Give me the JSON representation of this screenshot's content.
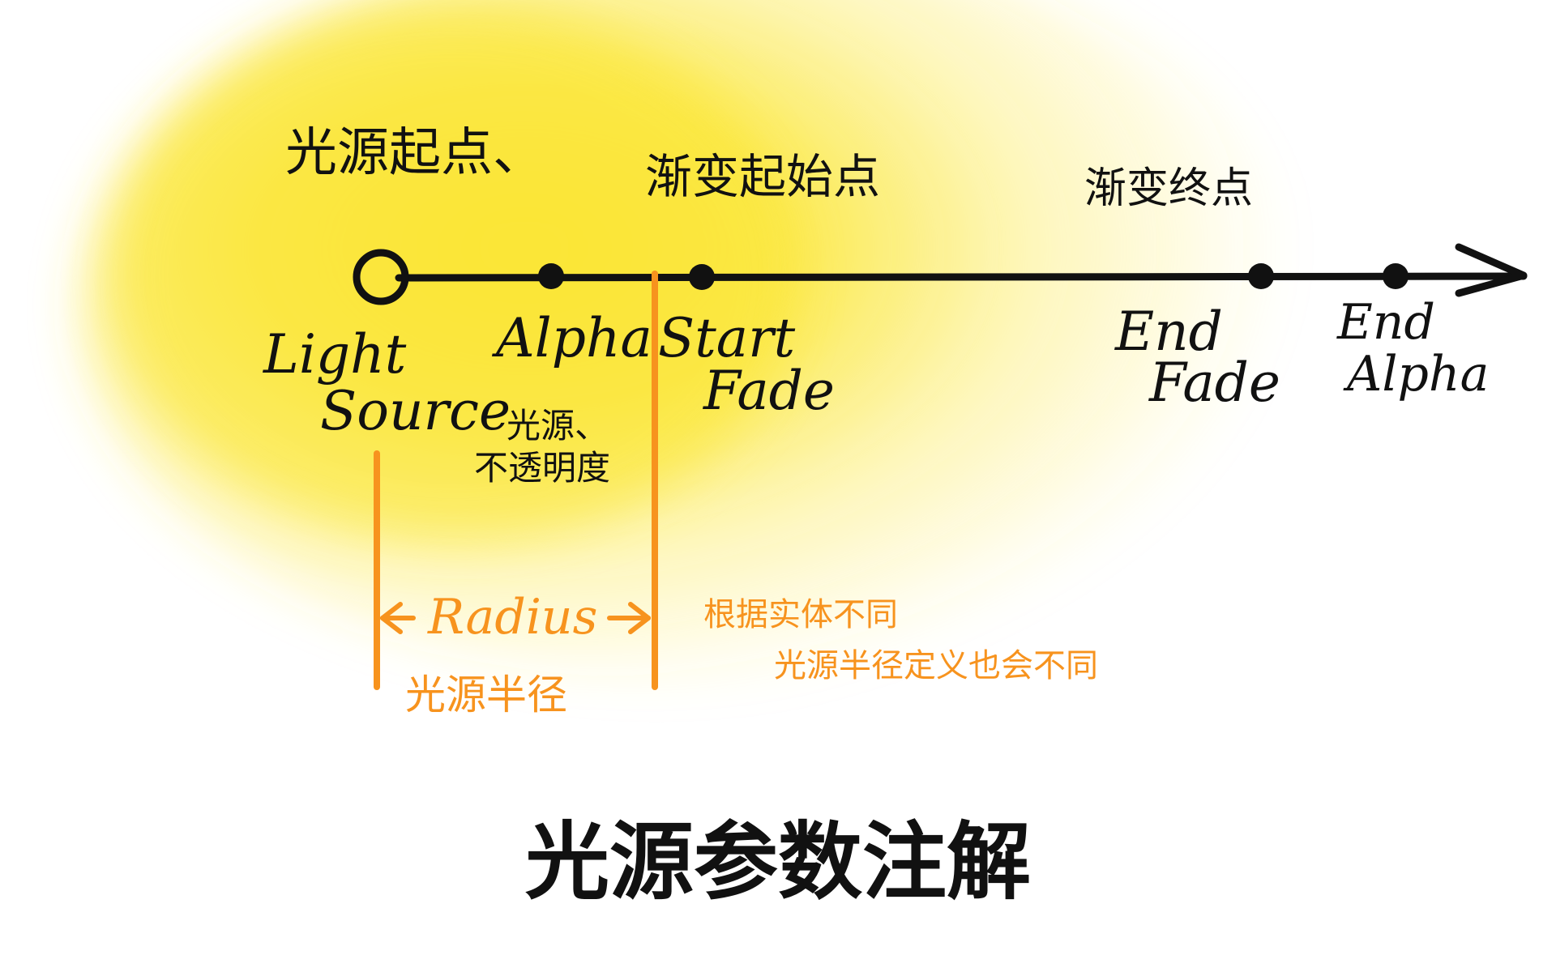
{
  "colors": {
    "glow": "#fbe634",
    "axis": "#111111",
    "accent": "#f7931e",
    "background": "#ffffff"
  },
  "labels": {
    "light_source_start": "光源起点、",
    "fade_start": "渐变起始点",
    "fade_end": "渐变终点"
  },
  "points": {
    "light_source": [
      "Light",
      "Source"
    ],
    "alpha": "Alpha",
    "alpha_cn": [
      "光源、",
      "不透明度"
    ],
    "start_fade": [
      "Start",
      "Fade"
    ],
    "end_fade": [
      "End",
      "Fade"
    ],
    "end_alpha": [
      "End",
      "Alpha"
    ]
  },
  "radius": {
    "label": "Radius",
    "cn": "光源半径"
  },
  "note": [
    "根据实体不同",
    "光源半径定义也会不同"
  ],
  "title": "光源参数注解"
}
